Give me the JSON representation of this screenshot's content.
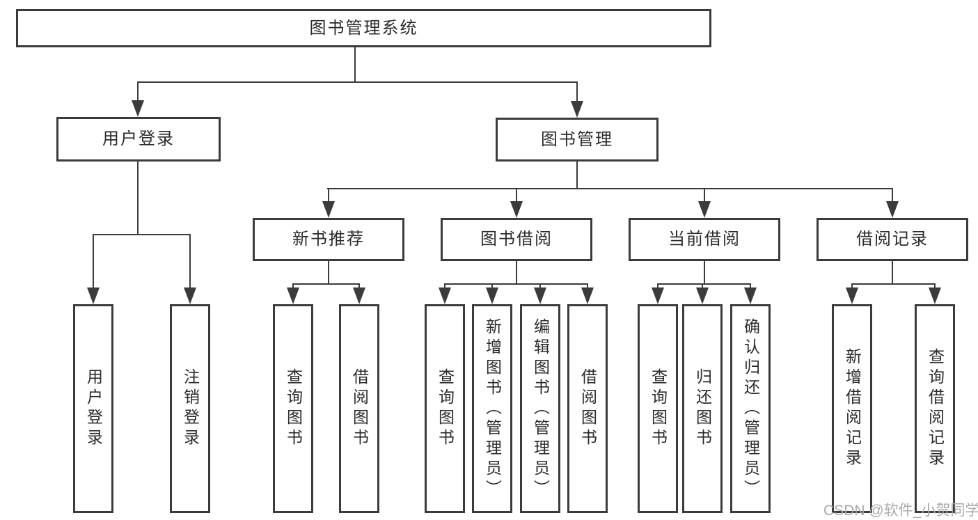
{
  "tree": {
    "label": "图书管理系统",
    "children": [
      {
        "label": "用户登录",
        "children": [
          {
            "label": "用户登录"
          },
          {
            "label": "注销登录"
          }
        ]
      },
      {
        "label": "图书管理",
        "children": [
          {
            "label": "新书推荐",
            "children": [
              {
                "label": "查询图书"
              },
              {
                "label": "借阅图书"
              }
            ]
          },
          {
            "label": "图书借阅",
            "children": [
              {
                "label": "查询图书"
              },
              {
                "label": "新增图书（管理员）"
              },
              {
                "label": "编辑图书（管理员）"
              },
              {
                "label": "借阅图书"
              }
            ]
          },
          {
            "label": "当前借阅",
            "children": [
              {
                "label": "查询图书"
              },
              {
                "label": "归还图书"
              },
              {
                "label": "确认归还（管理员）"
              }
            ]
          },
          {
            "label": "借阅记录",
            "children": [
              {
                "label": "新增借阅记录"
              },
              {
                "label": "查询借阅记录"
              }
            ]
          }
        ]
      }
    ]
  },
  "watermark": "CSDN @软件_小贺同学",
  "colors": {
    "line": "#3b3b3b",
    "text": "#2b2b2b",
    "watermark": "#a9a9a9",
    "background": "#ffffff"
  }
}
